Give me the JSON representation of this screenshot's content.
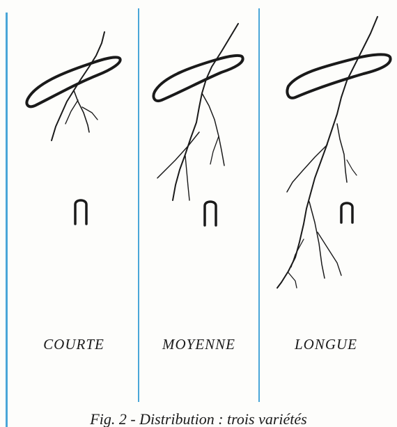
{
  "panels": [
    {
      "label": "COURTE"
    },
    {
      "label": "MOYENNE"
    },
    {
      "label": "LONGUE"
    }
  ],
  "caption": "Fig. 2 - Distribution : trois variétés",
  "colors": {
    "rule": "#4aa6d8",
    "ink": "#1a1a1a",
    "paper": "#fdfdfb"
  }
}
